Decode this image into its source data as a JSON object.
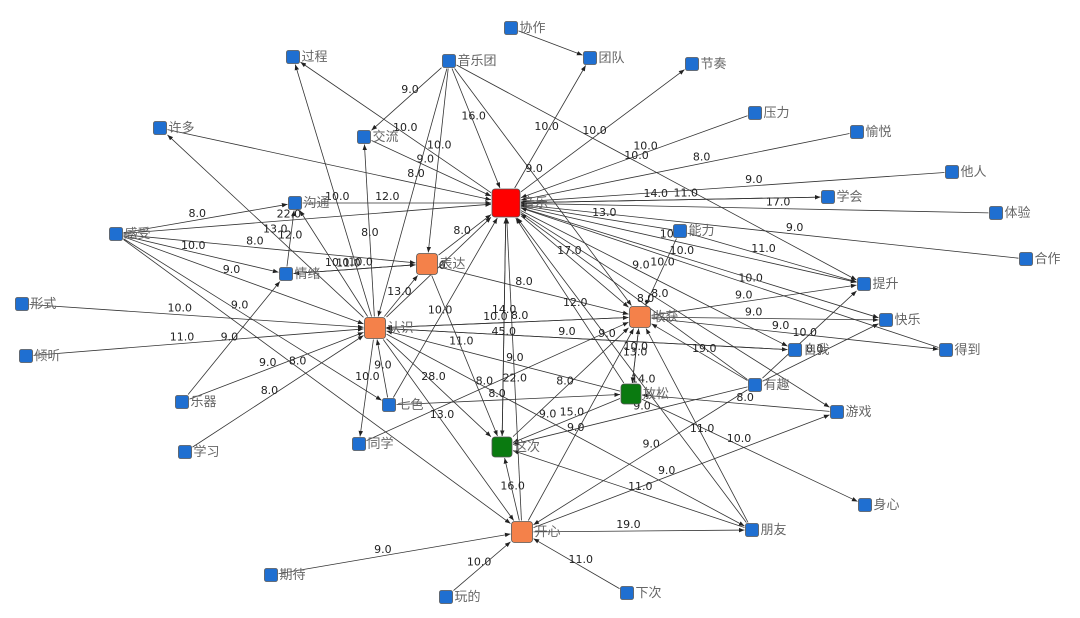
{
  "colors": {
    "peripheral": "#1f6fd1",
    "core": "#ff0000",
    "secondary": "#f4814a",
    "tertiary": "#0a7a10"
  },
  "nodes": [
    {
      "id": "xiezuo",
      "label": "协作",
      "tier": "peripheral"
    },
    {
      "id": "guocheng",
      "label": "过程",
      "tier": "peripheral"
    },
    {
      "id": "yinyuetuan",
      "label": "音乐团",
      "tier": "peripheral"
    },
    {
      "id": "tuandui",
      "label": "团队",
      "tier": "peripheral"
    },
    {
      "id": "jiezou",
      "label": "节奏",
      "tier": "peripheral"
    },
    {
      "id": "yali",
      "label": "压力",
      "tier": "peripheral"
    },
    {
      "id": "xuduo",
      "label": "许多",
      "tier": "peripheral"
    },
    {
      "id": "jiaoliu",
      "label": "交流",
      "tier": "peripheral"
    },
    {
      "id": "yuyue",
      "label": "愉悦",
      "tier": "peripheral"
    },
    {
      "id": "taren",
      "label": "他人",
      "tier": "peripheral"
    },
    {
      "id": "yinyue",
      "label": "音乐",
      "tier": "core"
    },
    {
      "id": "xuehui",
      "label": "学会",
      "tier": "peripheral"
    },
    {
      "id": "tiyan",
      "label": "体验",
      "tier": "peripheral"
    },
    {
      "id": "goutong",
      "label": "沟通",
      "tier": "peripheral"
    },
    {
      "id": "nengli",
      "label": "能力",
      "tier": "peripheral"
    },
    {
      "id": "ganshou",
      "label": "感受",
      "tier": "peripheral"
    },
    {
      "id": "biaoda",
      "label": "表达",
      "tier": "secondary"
    },
    {
      "id": "hezuo",
      "label": "合作",
      "tier": "peripheral"
    },
    {
      "id": "qingxu",
      "label": "情绪",
      "tier": "peripheral"
    },
    {
      "id": "tisheng",
      "label": "提升",
      "tier": "peripheral"
    },
    {
      "id": "xingshi",
      "label": "形式",
      "tier": "peripheral"
    },
    {
      "id": "renshi",
      "label": "认识",
      "tier": "secondary"
    },
    {
      "id": "shouhuo",
      "label": "收获",
      "tier": "secondary"
    },
    {
      "id": "kuaile",
      "label": "快乐",
      "tier": "peripheral"
    },
    {
      "id": "qingting",
      "label": "倾听",
      "tier": "peripheral"
    },
    {
      "id": "ziwo",
      "label": "自我",
      "tier": "peripheral"
    },
    {
      "id": "dedao",
      "label": "得到",
      "tier": "peripheral"
    },
    {
      "id": "youqu",
      "label": "有趣",
      "tier": "peripheral"
    },
    {
      "id": "fangsong",
      "label": "放松",
      "tier": "tertiary"
    },
    {
      "id": "yueqi",
      "label": "乐器",
      "tier": "peripheral"
    },
    {
      "id": "qise",
      "label": "七色",
      "tier": "peripheral"
    },
    {
      "id": "youxi",
      "label": "游戏",
      "tier": "peripheral"
    },
    {
      "id": "tongxue",
      "label": "同学",
      "tier": "peripheral"
    },
    {
      "id": "zheci",
      "label": "这次",
      "tier": "tertiary"
    },
    {
      "id": "xuexi",
      "label": "学习",
      "tier": "peripheral"
    },
    {
      "id": "shenxin",
      "label": "身心",
      "tier": "peripheral"
    },
    {
      "id": "kaixin",
      "label": "开心",
      "tier": "secondary"
    },
    {
      "id": "pengyou",
      "label": "朋友",
      "tier": "peripheral"
    },
    {
      "id": "qidai",
      "label": "期待",
      "tier": "peripheral"
    },
    {
      "id": "xiaci",
      "label": "下次",
      "tier": "peripheral"
    },
    {
      "id": "wande",
      "label": "玩的",
      "tier": "peripheral"
    }
  ],
  "edges": [
    {
      "from": "xiezuo",
      "to": "tuandui",
      "label": ""
    },
    {
      "from": "yinyue",
      "to": "tuandui",
      "label": "10.0"
    },
    {
      "from": "yinyue",
      "to": "jiezou",
      "label": "10.0"
    },
    {
      "from": "yali",
      "to": "yinyue",
      "label": "10.0"
    },
    {
      "from": "yuyue",
      "to": "yinyue",
      "label": "8.0"
    },
    {
      "from": "taren",
      "to": "yinyue",
      "label": "9.0"
    },
    {
      "from": "xuehui",
      "to": "yinyue",
      "label": "11.0"
    },
    {
      "from": "tiyan",
      "to": "yinyue",
      "label": "17.0"
    },
    {
      "from": "hezuo",
      "to": "yinyue",
      "label": "9.0"
    },
    {
      "from": "yinyuetuan",
      "to": "yinyue",
      "label": "16.0"
    },
    {
      "from": "yinyuetuan",
      "to": "jiaoliu",
      "label": "9.0"
    },
    {
      "from": "yinyuetuan",
      "to": "biaoda",
      "label": "10.0"
    },
    {
      "from": "yinyuetuan",
      "to": "renshi",
      "label": "8.0"
    },
    {
      "from": "yinyuetuan",
      "to": "shouhuo",
      "label": "9.0"
    },
    {
      "from": "yinyuetuan",
      "to": "tisheng",
      "label": "10.0"
    },
    {
      "from": "yinyue",
      "to": "guocheng",
      "label": "10.0"
    },
    {
      "from": "jiaoliu",
      "to": "yinyue",
      "label": "9.0"
    },
    {
      "from": "xuduo",
      "to": "yinyue",
      "label": ""
    },
    {
      "from": "goutong",
      "to": "yinyue",
      "label": "12.0"
    },
    {
      "from": "ganshou",
      "to": "goutong",
      "label": "8.0"
    },
    {
      "from": "ganshou",
      "to": "yinyue",
      "label": "22.0"
    },
    {
      "from": "ganshou",
      "to": "qingxu",
      "label": "10.0"
    },
    {
      "from": "ganshou",
      "to": "renshi",
      "label": "9.0"
    },
    {
      "from": "ganshou",
      "to": "qise",
      "label": "9.0"
    },
    {
      "from": "ganshou",
      "to": "kaixin",
      "label": "8.0"
    },
    {
      "from": "ganshou",
      "to": "biaoda",
      "label": "8.0"
    },
    {
      "from": "nengli",
      "to": "yinyue",
      "label": "13.0"
    },
    {
      "from": "nengli",
      "to": "tisheng",
      "label": "11.0"
    },
    {
      "from": "nengli",
      "to": "shouhuo",
      "label": "10.0"
    },
    {
      "from": "yinyue",
      "to": "xuehui",
      "label": "14.0"
    },
    {
      "from": "yinyue",
      "to": "tisheng",
      "label": "10.0"
    },
    {
      "from": "yinyue",
      "to": "kuaile",
      "label": "10.0"
    },
    {
      "from": "yinyue",
      "to": "ziwo",
      "label": "9.0"
    },
    {
      "from": "yinyue",
      "to": "shouhuo",
      "label": "17.0"
    },
    {
      "from": "yinyue",
      "to": "zheci",
      "label": "14.0"
    },
    {
      "from": "yinyue",
      "to": "youxi",
      "label": "8.0"
    },
    {
      "from": "biaoda",
      "to": "yinyue",
      "label": "8.0"
    },
    {
      "from": "biaoda",
      "to": "shouhuo",
      "label": "8.0"
    },
    {
      "from": "biaoda",
      "to": "zheci",
      "label": "11.0"
    },
    {
      "from": "biaoda",
      "to": "qingxu",
      "label": "10.0"
    },
    {
      "from": "qingxu",
      "to": "goutong",
      "label": "12.0"
    },
    {
      "from": "qingxu",
      "to": "biaoda",
      "label": "11.0"
    },
    {
      "from": "renshi",
      "to": "yinyue",
      "label": "19.0"
    },
    {
      "from": "renshi",
      "to": "goutong",
      "label": "10.0"
    },
    {
      "from": "renshi",
      "to": "jiaoliu",
      "label": "8.0"
    },
    {
      "from": "renshi",
      "to": "guocheng",
      "label": "10.0"
    },
    {
      "from": "renshi",
      "to": "xuduo",
      "label": "13.0"
    },
    {
      "from": "renshi",
      "to": "biaoda",
      "label": "13.0"
    },
    {
      "from": "renshi",
      "to": "shouhuo",
      "label": "10.0"
    },
    {
      "from": "renshi",
      "to": "ziwo",
      "label": "9.0"
    },
    {
      "from": "renshi",
      "to": "tongxue",
      "label": "10.0"
    },
    {
      "from": "renshi",
      "to": "zheci",
      "label": "28.0"
    },
    {
      "from": "renshi",
      "to": "kaixin",
      "label": "13.0"
    },
    {
      "from": "renshi",
      "to": "pengyou",
      "label": "9.0"
    },
    {
      "from": "xingshi",
      "to": "renshi",
      "label": "10.0"
    },
    {
      "from": "qingting",
      "to": "renshi",
      "label": "11.0"
    },
    {
      "from": "yueqi",
      "to": "renshi",
      "label": "9.0"
    },
    {
      "from": "xuexi",
      "to": "renshi",
      "label": "8.0"
    },
    {
      "from": "yueqi",
      "to": "qingxu",
      "label": "9.0"
    },
    {
      "from": "qise",
      "to": "yinyue",
      "label": "10.0"
    },
    {
      "from": "qise",
      "to": "renshi",
      "label": "9.0"
    },
    {
      "from": "qise",
      "to": "fangsong",
      "label": "8.0"
    },
    {
      "from": "fangsong",
      "to": "yinyue",
      "label": "12.0"
    },
    {
      "from": "fangsong",
      "to": "shouhuo",
      "label": "13.0"
    },
    {
      "from": "fangsong",
      "to": "renshi",
      "label": "9.0"
    },
    {
      "from": "fangsong",
      "to": "zheci",
      "label": "15.0"
    },
    {
      "from": "fangsong",
      "to": "shenxin",
      "label": "10.0"
    },
    {
      "from": "shouhuo",
      "to": "fangsong",
      "label": "10.0"
    },
    {
      "from": "youqu",
      "to": "yinyue",
      "label": "8.0"
    },
    {
      "from": "youqu",
      "to": "shouhuo",
      "label": "19.0"
    },
    {
      "from": "youqu",
      "to": "zheci",
      "label": "9.0"
    },
    {
      "from": "youqu",
      "to": "kaixin",
      "label": "9.0"
    },
    {
      "from": "youqu",
      "to": "tisheng",
      "label": "10.0"
    },
    {
      "from": "youqu",
      "to": "kuaile",
      "label": "8.0"
    },
    {
      "from": "shouhuo",
      "to": "renshi",
      "label": "8.0"
    },
    {
      "from": "shouhuo",
      "to": "dedao",
      "label": "9.0"
    },
    {
      "from": "shouhuo",
      "to": "tisheng",
      "label": "9.0"
    },
    {
      "from": "shouhuo",
      "to": "kuaile",
      "label": "9.0"
    },
    {
      "from": "tongxue",
      "to": "shouhuo",
      "label": "8.0"
    },
    {
      "from": "zheci",
      "to": "shouhuo",
      "label": "8.0"
    },
    {
      "from": "zheci",
      "to": "yinyue",
      "label": "45.0"
    },
    {
      "from": "kaixin",
      "to": "yinyue",
      "label": "22.0"
    },
    {
      "from": "kaixin",
      "to": "zheci",
      "label": "16.0"
    },
    {
      "from": "kaixin",
      "to": "shouhuo",
      "label": "9.0"
    },
    {
      "from": "kaixin",
      "to": "pengyou",
      "label": "19.0"
    },
    {
      "from": "kaixin",
      "to": "youxi",
      "label": "9.0"
    },
    {
      "from": "pengyou",
      "to": "zheci",
      "label": "11.0"
    },
    {
      "from": "pengyou",
      "to": "yinyue",
      "label": "14.0"
    },
    {
      "from": "pengyou",
      "to": "shouhuo",
      "label": "11.0"
    },
    {
      "from": "qidai",
      "to": "kaixin",
      "label": "9.0"
    },
    {
      "from": "xiaci",
      "to": "kaixin",
      "label": "11.0"
    },
    {
      "from": "wande",
      "to": "kaixin",
      "label": "10.0"
    },
    {
      "from": "dedao",
      "to": "yinyue",
      "label": "10.0"
    },
    {
      "from": "ziwo",
      "to": "renshi",
      "label": "9.0"
    },
    {
      "from": "youxi",
      "to": "fangsong",
      "label": "8.0"
    }
  ]
}
